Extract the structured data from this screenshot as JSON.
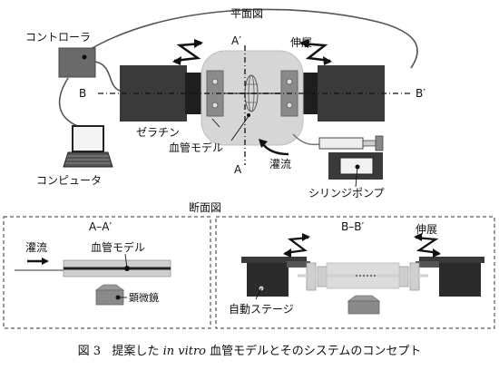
{
  "plan": {
    "title": "平面図",
    "controller": "コントローラ",
    "computer": "コンピュータ",
    "axis_a_top": "A′",
    "axis_a_bottom": "A",
    "axis_b_left": "B",
    "axis_b_right": "B′",
    "stretch": "伸展",
    "gelatin": "ゼラチン",
    "vessel_model": "血管モデル",
    "perfusion": "灌流",
    "syringe_pump": "シリンジポンプ"
  },
  "section": {
    "title": "断面図",
    "aa_title": "A–A′",
    "bb_title": "B–B′",
    "perfusion": "灌流",
    "vessel_model": "血管モデル",
    "microscope": "顕微鏡",
    "stretch": "伸展",
    "motor_stage": "自動ステージ"
  },
  "caption": {
    "fig_no": "図 3",
    "before": "提案した",
    "italic": "in vitro",
    "after": "血管モデルとそのシステムのコンセプト"
  }
}
